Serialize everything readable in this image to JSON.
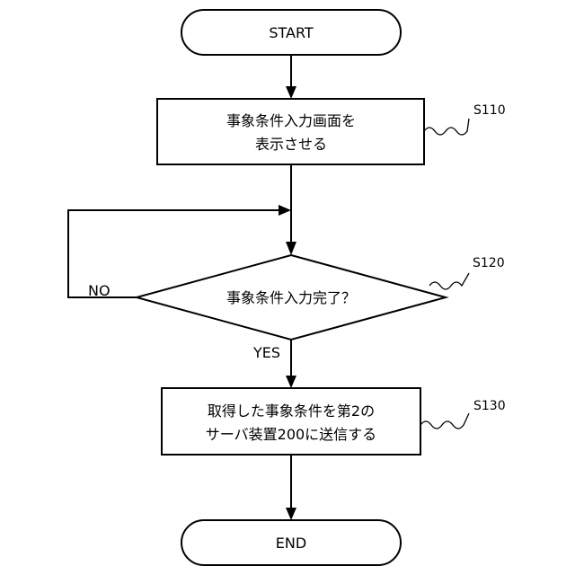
{
  "start": {
    "label": "START"
  },
  "s110": {
    "step_id": "S110",
    "line1": "事象条件入力画面を",
    "line2": "表示させる"
  },
  "s120": {
    "step_id": "S120",
    "text": "事象条件入力完了？",
    "no_label": "NO",
    "yes_label": "YES"
  },
  "s130": {
    "step_id": "S130",
    "line1": "取得した事象条件を第2の",
    "line2": "サーバ装置200に送信する"
  },
  "end": {
    "label": "END"
  }
}
